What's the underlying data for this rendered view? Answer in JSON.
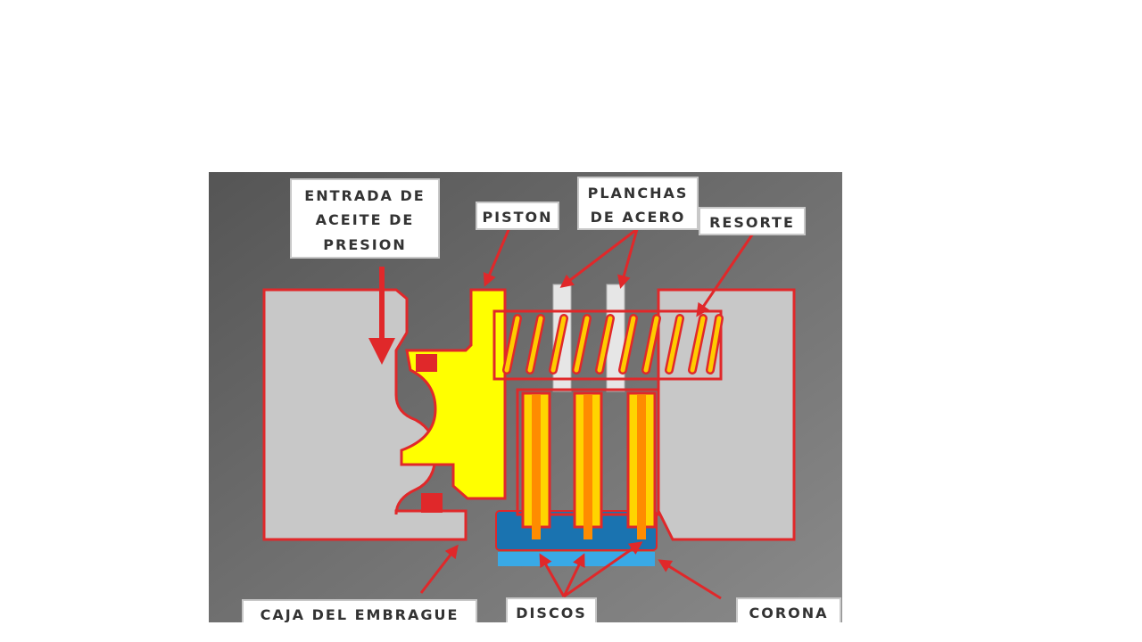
{
  "diagram": {
    "labels": {
      "entrada_line1": "ENTRADA DE",
      "entrada_line2": "ACEITE DE",
      "entrada_line3": "PRESION",
      "piston": "PISTON",
      "planchas_line1": "PLANCHAS",
      "planchas_line2": "DE ACERO",
      "resorte": "RESORTE",
      "caja": "CAJA DEL EMBRAGUE",
      "discos": "DISCOS",
      "corona": "CORONA"
    },
    "colors": {
      "background_dark": "#555555",
      "background_light": "#8a8a8a",
      "housing": "#c8c8c8",
      "outline": "#e0282a",
      "piston": "#ffff00",
      "plates": "#ffd400",
      "spring": "#ffcc00",
      "discs_dark": "#1a73b0",
      "discs_light": "#39a9e6",
      "label_bg": "#ffffff",
      "label_text": "#333333"
    }
  }
}
